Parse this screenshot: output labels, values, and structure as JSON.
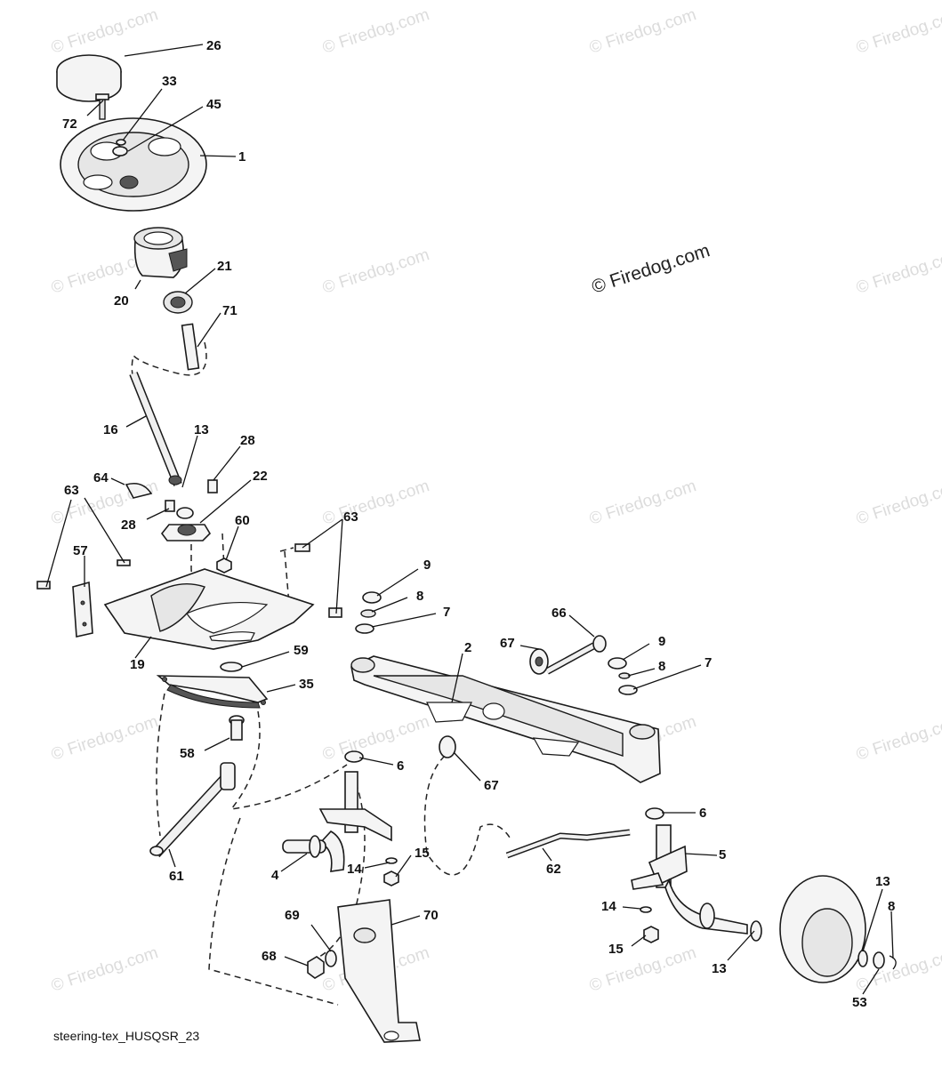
{
  "diagram": {
    "caption": "steering-tex_HUSQSR_23",
    "watermark": "© Firedog.com",
    "watermark_main": "© Firedog.com",
    "labels": {
      "p26": "26",
      "p33": "33",
      "p72": "72",
      "p45": "45",
      "p1": "1",
      "p21": "21",
      "p20": "20",
      "p71": "71",
      "p16": "16",
      "p13a": "13",
      "p28a": "28",
      "p64": "64",
      "p22": "22",
      "p63a": "63",
      "p28b": "28",
      "p60": "60",
      "p63b": "63",
      "p57": "57",
      "p19": "19",
      "p59": "59",
      "p35": "35",
      "p58": "58",
      "p61": "61",
      "p9a": "9",
      "p8a": "8",
      "p7a": "7",
      "p66": "66",
      "p67a": "67",
      "p2": "2",
      "p9b": "9",
      "p8b": "8",
      "p7b": "7",
      "p6a": "6",
      "p67b": "67",
      "p6b": "6",
      "p5": "5",
      "p4": "4",
      "p14a": "14",
      "p15a": "15",
      "p62": "62",
      "p14b": "14",
      "p15b": "15",
      "p13b": "13",
      "p13c": "13",
      "p8c": "8",
      "p53": "53",
      "p69": "69",
      "p70": "70",
      "p68": "68"
    }
  }
}
